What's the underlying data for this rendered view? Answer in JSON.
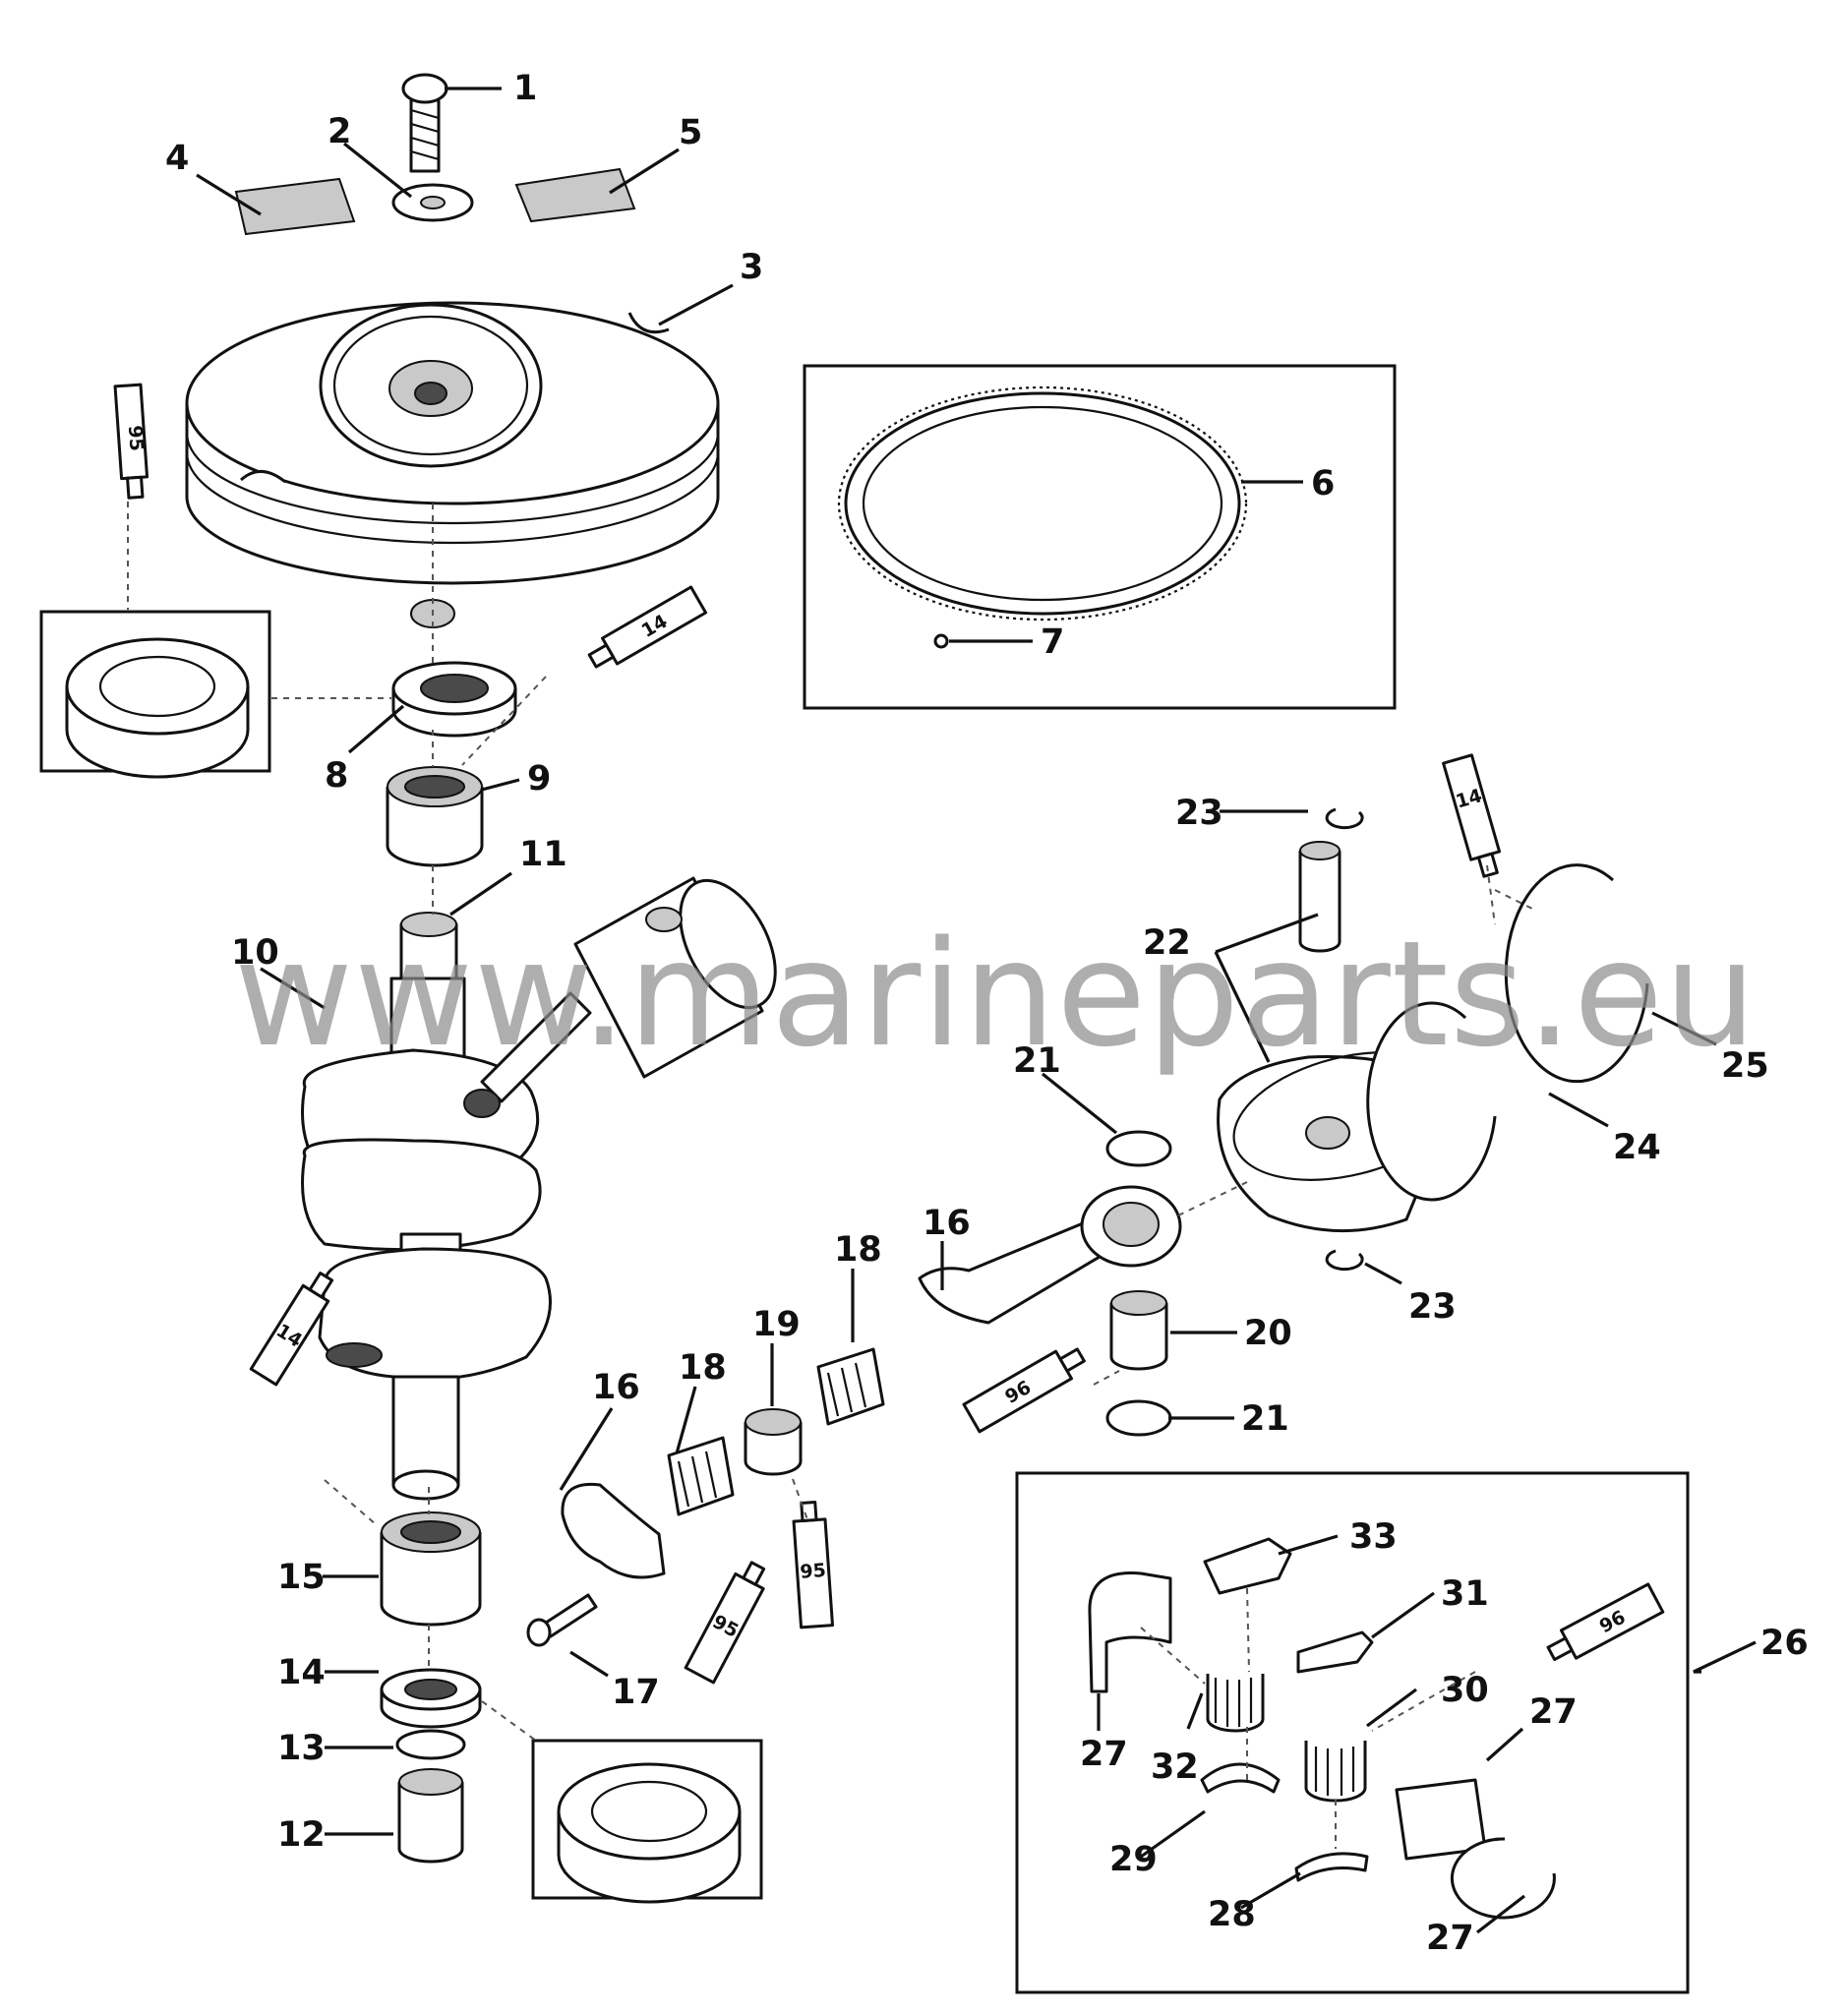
{
  "watermark": "www.marineparts.eu",
  "callouts": [
    "1",
    "2",
    "3",
    "4",
    "5",
    "6",
    "7",
    "8",
    "9",
    "10",
    "11",
    "12",
    "13",
    "14",
    "15",
    "16",
    "16",
    "17",
    "18",
    "18",
    "19",
    "20",
    "21",
    "21",
    "22",
    "23",
    "23",
    "24",
    "25",
    "26",
    "27",
    "27",
    "27",
    "28",
    "29",
    "30",
    "31",
    "32",
    "33"
  ],
  "lubricant_tubes": [
    "95",
    "14",
    "14",
    "14",
    "96",
    "95",
    "95",
    "96"
  ]
}
